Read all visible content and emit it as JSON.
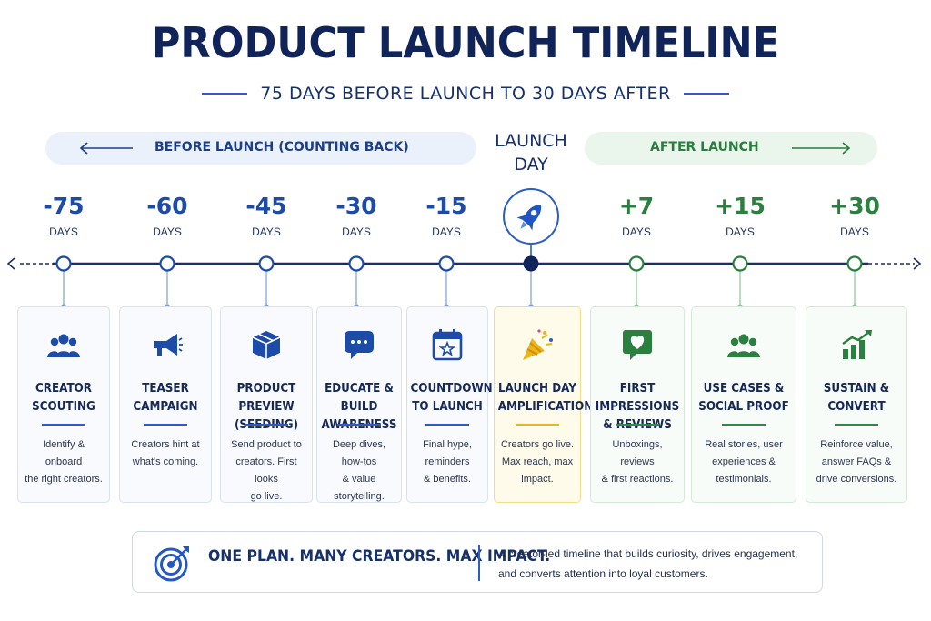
{
  "header": {
    "title": "PRODUCT LAUNCH TIMELINE",
    "subtitle": "75 DAYS BEFORE LAUNCH TO 30 DAYS AFTER"
  },
  "banners": {
    "before": "BEFORE LAUNCH (COUNTING BACK)",
    "after": "AFTER LAUNCH",
    "launch_line1": "LAUNCH",
    "launch_line2": "DAY"
  },
  "day_unit": "DAYS",
  "milestones": [
    {
      "day": "-75",
      "phase": "before",
      "icon": "people-group-icon",
      "title1": "CREATOR",
      "title2": "SCOUTING",
      "desc1": "Identify & onboard",
      "desc2": "the right creators.",
      "desc3": ""
    },
    {
      "day": "-60",
      "phase": "before",
      "icon": "megaphone-icon",
      "title1": "TEASER",
      "title2": "CAMPAIGN",
      "desc1": "Creators hint at",
      "desc2": "what's coming.",
      "desc3": ""
    },
    {
      "day": "-45",
      "phase": "before",
      "icon": "package-box-icon",
      "title1": "PRODUCT PREVIEW",
      "title2": "(SEEDING)",
      "desc1": "Send product to",
      "desc2": "creators. First looks",
      "desc3": "go live."
    },
    {
      "day": "-30",
      "phase": "before",
      "icon": "chat-bubble-icon",
      "title1": "EDUCATE & BUILD",
      "title2": "AWARENESS",
      "desc1": "Deep dives, how-tos",
      "desc2": "& value storytelling.",
      "desc3": ""
    },
    {
      "day": "-15",
      "phase": "before",
      "icon": "calendar-star-icon",
      "title1": "COUNTDOWN",
      "title2": "TO LAUNCH",
      "desc1": "Final hype, reminders",
      "desc2": "& benefits.",
      "desc3": ""
    },
    {
      "day": "",
      "phase": "launch",
      "icon": "party-popper-icon",
      "title1": "LAUNCH DAY",
      "title2": "AMPLIFICATION",
      "desc1": "Creators go live.",
      "desc2": "Max reach, max",
      "desc3": "impact."
    },
    {
      "day": "+7",
      "phase": "after",
      "icon": "heart-message-icon",
      "title1": "FIRST IMPRESSIONS",
      "title2": "& REVIEWS",
      "desc1": "Unboxings, reviews",
      "desc2": "& first reactions.",
      "desc3": ""
    },
    {
      "day": "+15",
      "phase": "after",
      "icon": "people-group-icon",
      "title1": "USE CASES &",
      "title2": "SOCIAL PROOF",
      "desc1": "Real stories, user",
      "desc2": "experiences &",
      "desc3": "testimonials."
    },
    {
      "day": "+30",
      "phase": "after",
      "icon": "growth-chart-icon",
      "title1": "SUSTAIN &",
      "title2": "CONVERT",
      "desc1": "Reinforce value,",
      "desc2": "answer FAQs &",
      "desc3": "drive conversions."
    }
  ],
  "footer": {
    "headline": "ONE PLAN. MANY CREATORS. MAX IMPACT.",
    "desc1": "A creator-led timeline that builds curiosity, drives engagement,",
    "desc2": "and converts attention into loyal customers."
  },
  "colors": {
    "navy": "#10245a",
    "blue": "#1d4ba8",
    "green": "#2b7f3f",
    "gold": "#e8b51e"
  }
}
